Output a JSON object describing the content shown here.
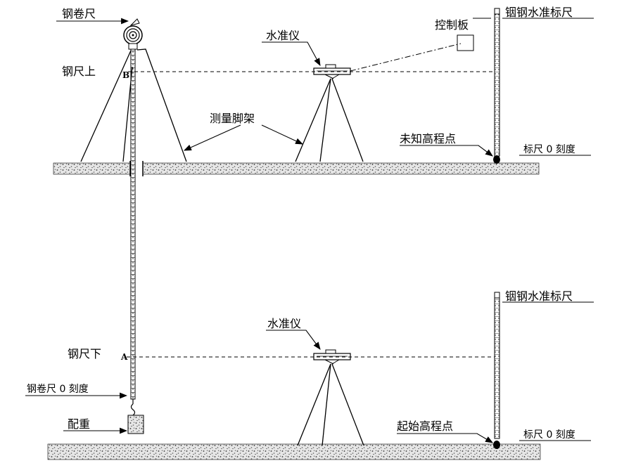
{
  "labels": {
    "steel_tape": "钢卷尺",
    "tape_upper": "钢尺上",
    "tape_lower": "钢尺下",
    "tape_zero": "钢卷尺 0 刻度",
    "counterweight": "配重",
    "level_top": "水准仪",
    "level_bottom": "水准仪",
    "control_panel": "控制板",
    "tripod": "测量脚架",
    "invar_rod_top": "铟钢水准标尺",
    "invar_rod_bottom": "铟钢水准标尺",
    "unknown_point": "未知高程点",
    "start_point": "起始高程点",
    "rod_zero_top": "标尺 0 刻度",
    "rod_zero_bottom": "标尺 0 刻度",
    "point_b": "B",
    "point_a": "A"
  },
  "colors": {
    "line": "#000000",
    "ground": "#8a8a8a",
    "background": "#ffffff"
  }
}
